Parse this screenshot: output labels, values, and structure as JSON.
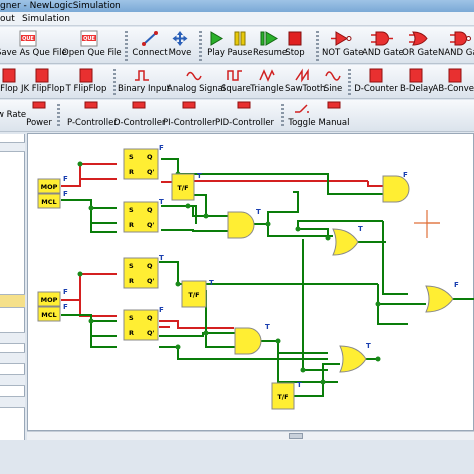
{
  "window": {
    "title": "gner - NewLogicSimulation"
  },
  "menu": {
    "items": [
      "out",
      "Simulation"
    ]
  },
  "toolbar1": {
    "buttons": [
      {
        "label": "Save As Que File",
        "icon": "que-file-save-icon"
      },
      {
        "label": "Open Que File",
        "icon": "que-file-open-icon"
      },
      {
        "label": "Connect",
        "icon": "connect-icon"
      },
      {
        "label": "Move",
        "icon": "move-icon"
      },
      {
        "label": "Play",
        "icon": "play-icon"
      },
      {
        "label": "Pause",
        "icon": "pause-icon"
      },
      {
        "label": "Resume",
        "icon": "resume-icon"
      },
      {
        "label": "Stop",
        "icon": "stop-icon"
      },
      {
        "label": "NOT Gate",
        "icon": "not-gate-icon"
      },
      {
        "label": "AND Gate",
        "icon": "and-gate-icon"
      },
      {
        "label": "OR Gate",
        "icon": "or-gate-icon"
      },
      {
        "label": "NAND Gate",
        "icon": "nand-gate-icon"
      }
    ],
    "que_badge": "QUE"
  },
  "toolbar2": {
    "buttons": [
      {
        "label": "Flop",
        "icon": "flipflop-icon"
      },
      {
        "label": "JK FlipFlop",
        "icon": "jk-flipflop-icon"
      },
      {
        "label": "T FlipFlop",
        "icon": "t-flipflop-icon"
      },
      {
        "label": "Binary Input",
        "icon": "binary-input-icon"
      },
      {
        "label": "Analog Signal",
        "icon": "analog-signal-icon"
      },
      {
        "label": "Square",
        "icon": "square-wave-icon"
      },
      {
        "label": "Triangle",
        "icon": "triangle-wave-icon"
      },
      {
        "label": "SawTooth",
        "icon": "sawtooth-wave-icon"
      },
      {
        "label": "Sine",
        "icon": "sine-wave-icon"
      },
      {
        "label": "D-Counter",
        "icon": "d-counter-icon"
      },
      {
        "label": "B-Delay",
        "icon": "b-delay-icon"
      },
      {
        "label": "AB-Conver",
        "icon": "ab-converter-icon"
      }
    ]
  },
  "toolbar3": {
    "buttons": [
      {
        "label": "w Rate",
        "icon": "rate-icon"
      },
      {
        "label": "Power",
        "icon": "power-icon"
      },
      {
        "label": "P-Controller",
        "icon": "p-controller-icon"
      },
      {
        "label": "D-Controller",
        "icon": "d-controller-icon"
      },
      {
        "label": "PI-Controller",
        "icon": "pi-controller-icon"
      },
      {
        "label": "PID-Controller",
        "icon": "pid-controller-icon"
      },
      {
        "label": "Toggle",
        "icon": "toggle-icon"
      },
      {
        "label": "Manual",
        "icon": "manual-icon"
      }
    ]
  },
  "circuit": {
    "inputs": [
      {
        "label": "MOP",
        "value": "F"
      },
      {
        "label": "MCL",
        "value": "F"
      },
      {
        "label": "MOP",
        "value": "F"
      },
      {
        "label": "MCL",
        "value": "F"
      }
    ],
    "flipflop_labels": {
      "s": "S",
      "r": "R",
      "q": "Q",
      "qbar": "Q'"
    },
    "flipflop_values": [
      "F",
      "T",
      "T",
      "F"
    ],
    "tff_label": "T/F",
    "tff_values": [
      "T",
      "T",
      "T"
    ],
    "gate_values": [
      "F",
      "T",
      "T",
      "F",
      "T",
      "T"
    ],
    "colors": {
      "high": "#d42020",
      "low": "#0a7d0a",
      "component": "#ffee33",
      "node": "#1a8a1a",
      "cursor": "#e0703a"
    }
  }
}
